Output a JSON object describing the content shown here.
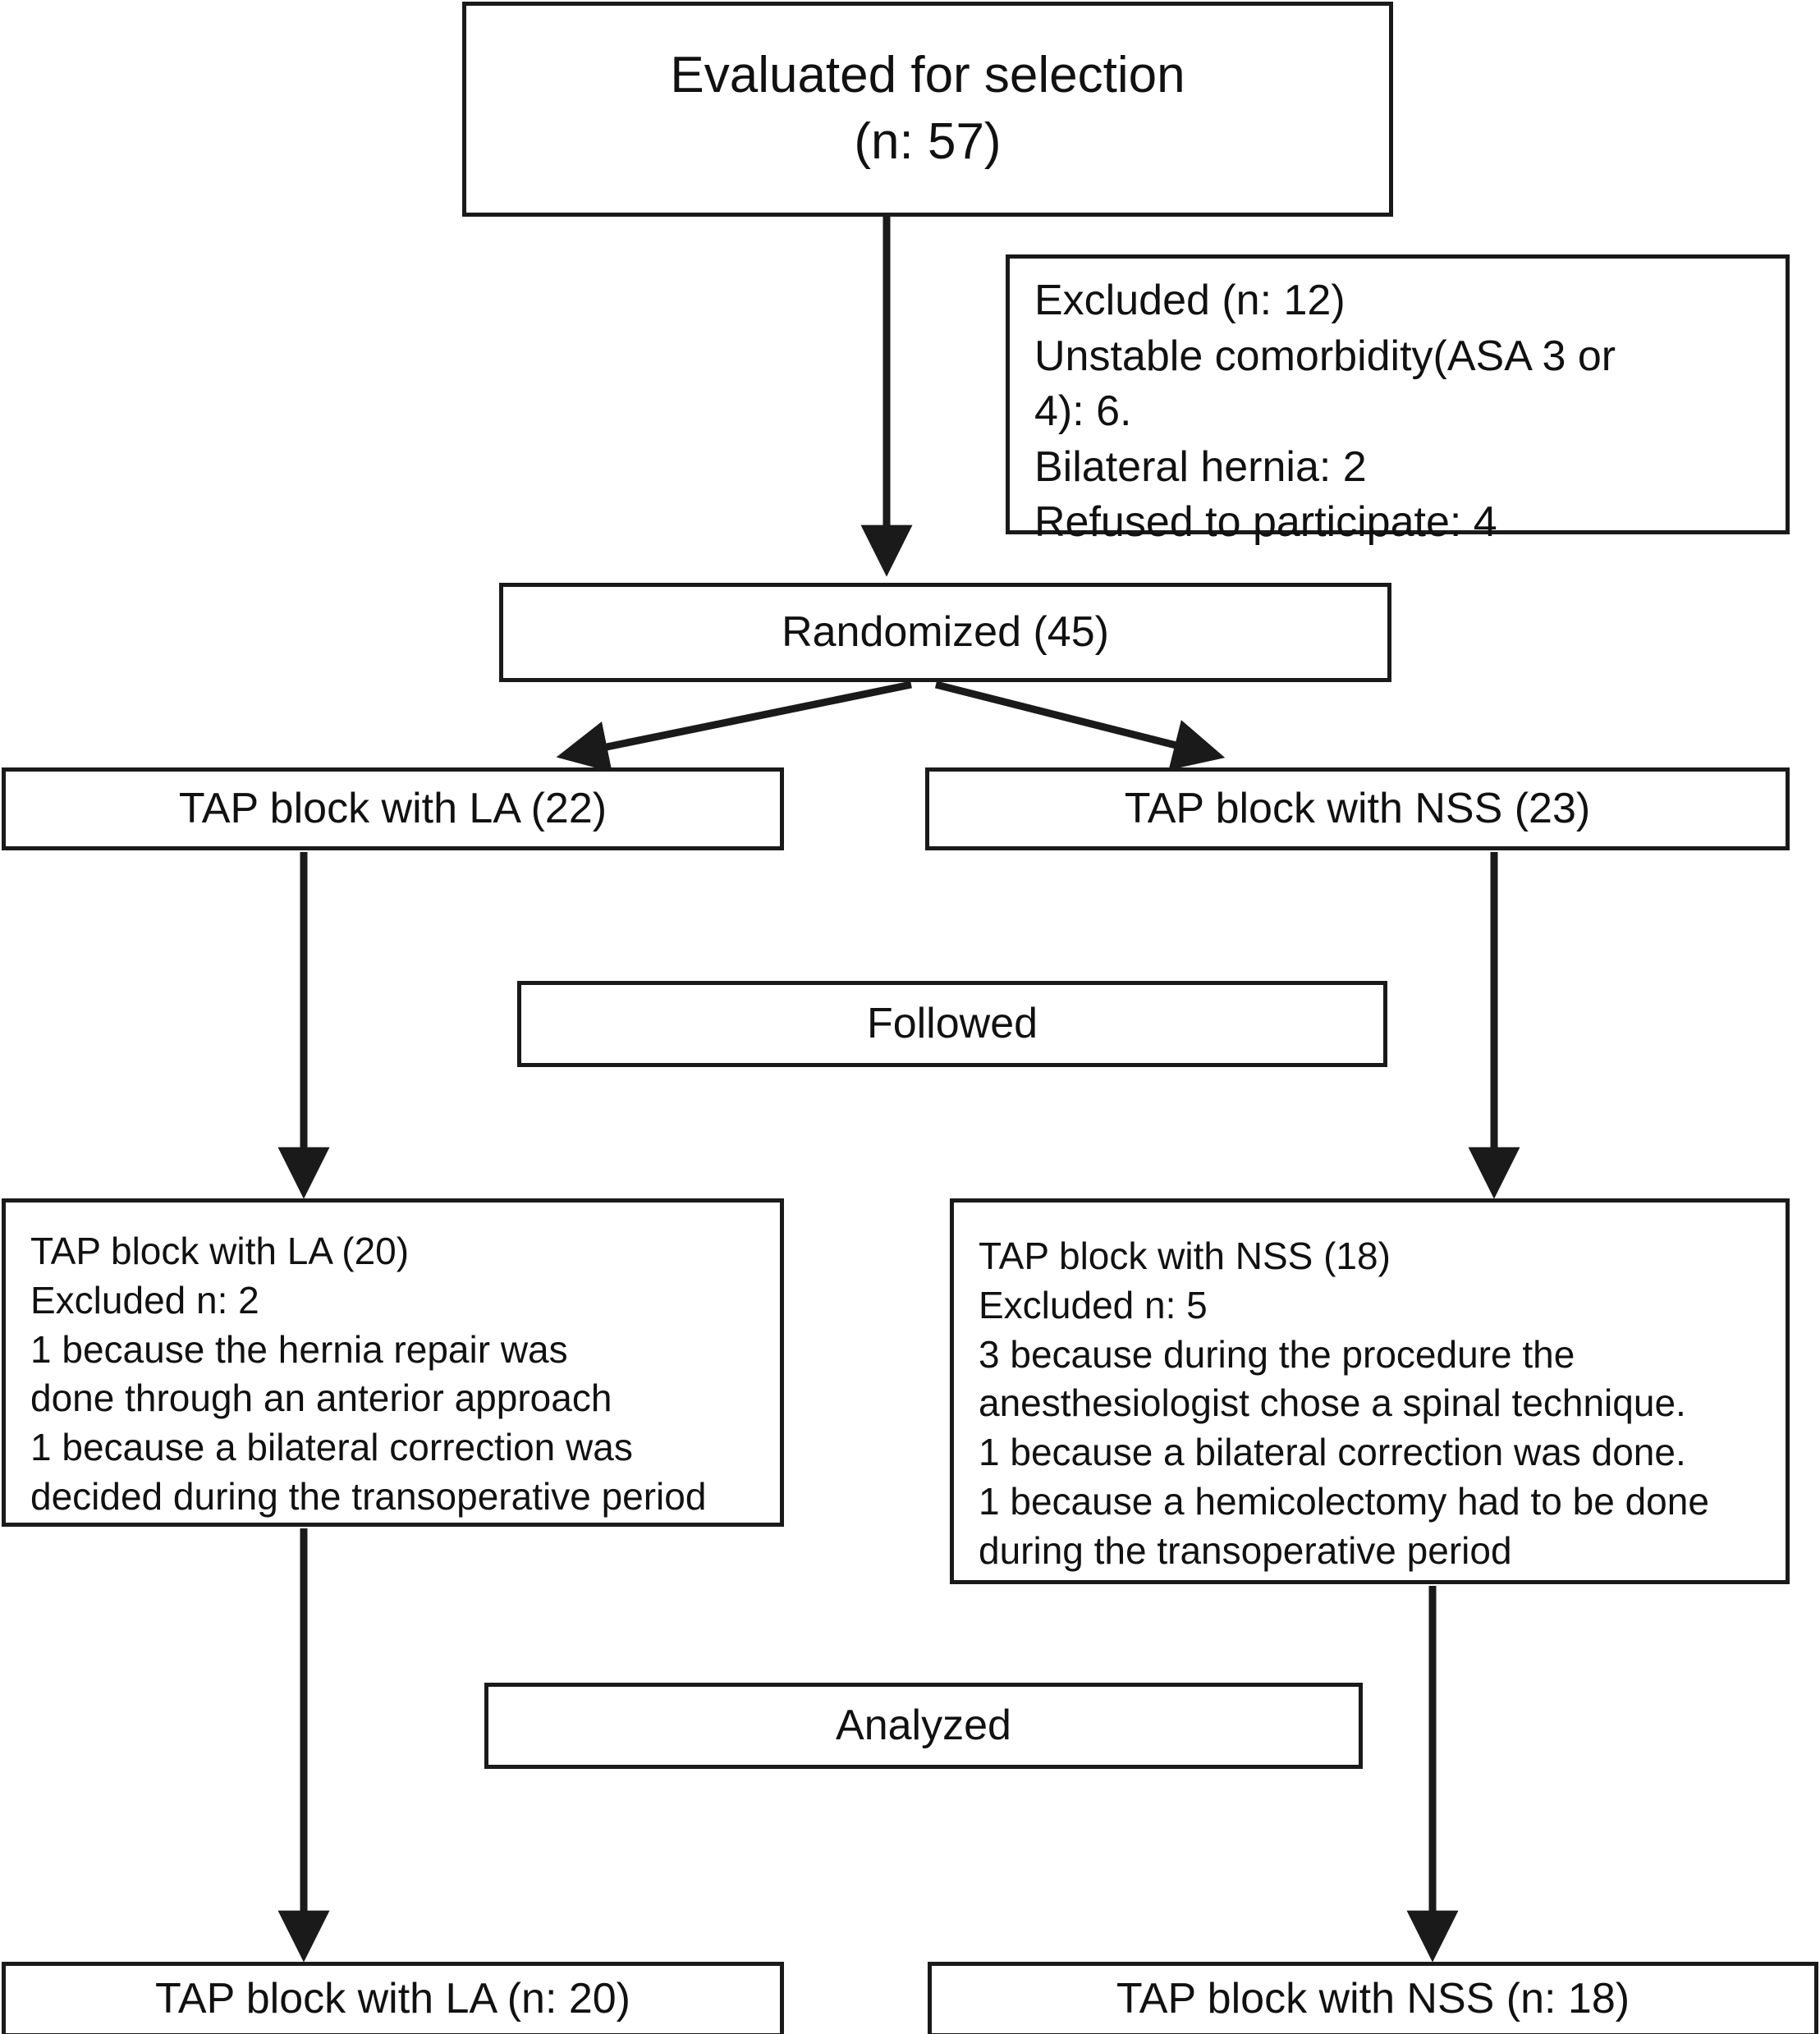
{
  "diagram": {
    "type": "consort-flow-diagram",
    "stroke_color": "#1a1a1a",
    "background_color": "#ffffff",
    "nodes": {
      "evaluated": {
        "label": "Evaluated for selection\n(n: 57)",
        "n": 57
      },
      "excluded": {
        "label": "Excluded (n: 12)\nUnstable comorbidity(ASA 3 or\n4): 6.\nBilateral hernia: 2\nRefused to participate: 4",
        "n": 12,
        "reasons": [
          {
            "text": "Unstable comorbidity(ASA 3 or 4)",
            "count": 6
          },
          {
            "text": "Bilateral hernia",
            "count": 2
          },
          {
            "text": "Refused to participate",
            "count": 4
          }
        ]
      },
      "randomized": {
        "label": "Randomized (45)",
        "n": 45
      },
      "allocated_la": {
        "label": "TAP block with LA (22)",
        "n": 22
      },
      "allocated_nss": {
        "label": "TAP block with NSS (23)",
        "n": 23
      },
      "followed": {
        "label": "Followed"
      },
      "followup_la": {
        "label": "TAP block with LA (20)\nExcluded n: 2\n1 because the hernia repair was\ndone through an anterior approach\n1 because a bilateral correction was\ndecided during the transoperative period",
        "n": 20,
        "excluded_n": 2
      },
      "followup_nss": {
        "label": "TAP block with NSS (18)\nExcluded n: 5\n3 because during the procedure the\nanesthesiologist chose a spinal technique.\n1 because a bilateral correction was done.\n1 because a hemicolectomy had to be done\nduring the transoperative period",
        "n": 18,
        "excluded_n": 5
      },
      "analyzed": {
        "label": "Analyzed"
      },
      "analyzed_la": {
        "label": "TAP block with LA (n: 20)",
        "n": 20
      },
      "analyzed_nss": {
        "label": "TAP block with NSS (n: 18)",
        "n": 18
      }
    }
  }
}
